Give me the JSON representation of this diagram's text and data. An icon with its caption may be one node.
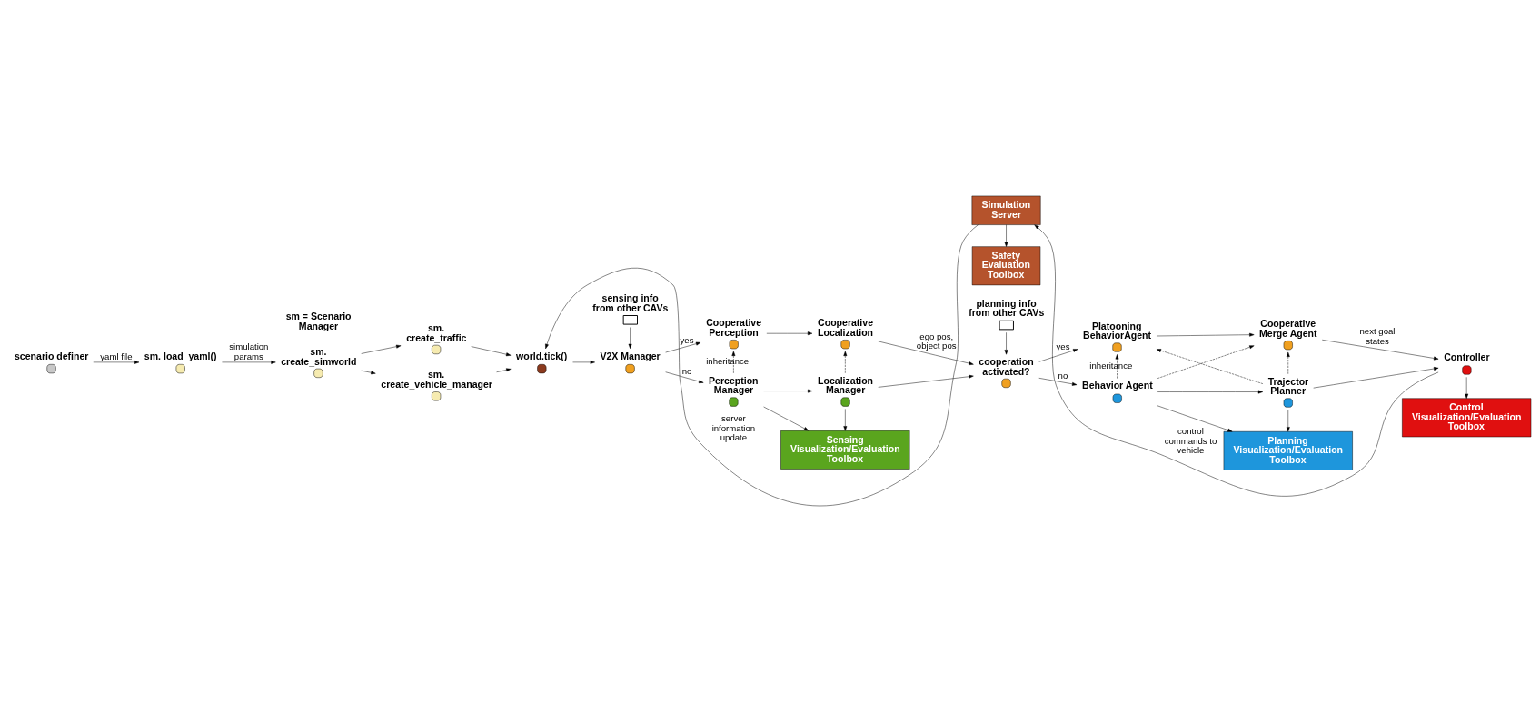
{
  "diagram": {
    "nodes": [
      {
        "text": [
          "scenario definer"
        ]
      },
      {
        "text": [
          "sm. load_yaml()"
        ]
      },
      {
        "text": [
          "sm. create_simworld"
        ]
      },
      {
        "text": [
          "sm. create_traffic"
        ]
      },
      {
        "text": [
          "sm. create_vehicle_manager"
        ]
      },
      {
        "text": [
          "world.tick()"
        ]
      },
      {
        "text": [
          "V2X Manager"
        ]
      },
      {
        "text": [
          "sensing info from other CAVs"
        ]
      },
      {
        "text": [
          "Cooperative Perception"
        ]
      },
      {
        "text": [
          "Cooperative Localization"
        ]
      },
      {
        "text": [
          "Perception Manager"
        ]
      },
      {
        "text": [
          "Localization Manager"
        ]
      },
      {
        "text": [
          "cooperation activated?"
        ]
      },
      {
        "text": [
          "planning info from other CAVs"
        ]
      },
      {
        "text": [
          "Platooning BehaviorAgent"
        ]
      },
      {
        "text": [
          "Cooperative Merge Agent"
        ]
      },
      {
        "text": [
          "Behavior Agent"
        ]
      },
      {
        "text": [
          "Trajector Planner"
        ]
      },
      {
        "text": [
          "Controller"
        ]
      },
      {
        "text": [
          "Simulation Server"
        ]
      },
      {
        "text": [
          "Safety Evaluation Toolbox"
        ]
      },
      {
        "text": [
          "Sensing Visualization/Evaluation Toolbox"
        ]
      },
      {
        "text": [
          "Planning Visualization/Evaluation Toolbox"
        ]
      },
      {
        "text": [
          "Control Visualization/Evaluation Toolbox"
        ]
      }
    ],
    "edges": [
      {
        "from": 0,
        "to": 1,
        "arrow": "to",
        "label": "yaml file"
      },
      {
        "from": 1,
        "to": 2,
        "arrow": "to",
        "label": "simulation params"
      },
      {
        "from": 2,
        "to": 3,
        "arrow": "to"
      },
      {
        "from": 2,
        "to": 4,
        "arrow": "to"
      },
      {
        "from": 3,
        "to": 5,
        "arrow": "to"
      },
      {
        "from": 4,
        "to": 5,
        "arrow": "to"
      },
      {
        "from": 5,
        "to": 6,
        "arrow": "to"
      },
      {
        "from": 7,
        "to": 6,
        "arrow": "to"
      },
      {
        "from": 6,
        "to": 8,
        "arrow": "to",
        "label": "yes"
      },
      {
        "from": 6,
        "to": 10,
        "arrow": "to",
        "label": "no"
      },
      {
        "from": 8,
        "to": 9,
        "arrow": "to"
      },
      {
        "from": 10,
        "to": 11,
        "arrow": "to"
      },
      {
        "from": 10,
        "to": 8,
        "arrow": "to",
        "style": "dashed",
        "label": "inheritance"
      },
      {
        "from": 11,
        "to": 9,
        "arrow": "to",
        "style": "dashed"
      },
      {
        "from": 9,
        "to": 12,
        "arrow": "to",
        "label": "ego pos, object pos"
      },
      {
        "from": 11,
        "to": 12,
        "arrow": "to"
      },
      {
        "from": 13,
        "to": 12,
        "arrow": "to"
      },
      {
        "from": 12,
        "to": 14,
        "arrow": "to",
        "label": "yes"
      },
      {
        "from": 12,
        "to": 16,
        "arrow": "to",
        "label": "no"
      },
      {
        "from": 14,
        "to": 15,
        "arrow": "to"
      },
      {
        "from": 16,
        "to": 17,
        "arrow": "to"
      },
      {
        "from": 16,
        "to": 14,
        "arrow": "to",
        "style": "dashed",
        "label": "inheritance"
      },
      {
        "from": 16,
        "to": 15,
        "arrow": "to",
        "style": "dashed"
      },
      {
        "from": 17,
        "to": 14,
        "arrow": "to",
        "style": "dashed"
      },
      {
        "from": 17,
        "to": 15,
        "arrow": "to",
        "style": "dashed"
      },
      {
        "from": 15,
        "to": 18,
        "arrow": "to",
        "label": "next goal states"
      },
      {
        "from": 17,
        "to": 18,
        "arrow": "to"
      },
      {
        "from": 10,
        "to": 21,
        "arrow": "to"
      },
      {
        "from": 11,
        "to": 21,
        "arrow": "to"
      },
      {
        "from": 16,
        "to": 22,
        "arrow": "to"
      },
      {
        "from": 17,
        "to": 22,
        "arrow": "to"
      },
      {
        "from": 18,
        "to": 23,
        "arrow": "to"
      },
      {
        "from": 18,
        "to": 19,
        "arrow": "to",
        "label": "control commands to vehicle"
      },
      {
        "from": 19,
        "to": 5,
        "arrow": "to",
        "label": "server information update"
      },
      {
        "from": 19,
        "to": 20,
        "arrow": "to"
      }
    ],
    "labels": [
      "sm = Scenario Manager"
    ]
  }
}
